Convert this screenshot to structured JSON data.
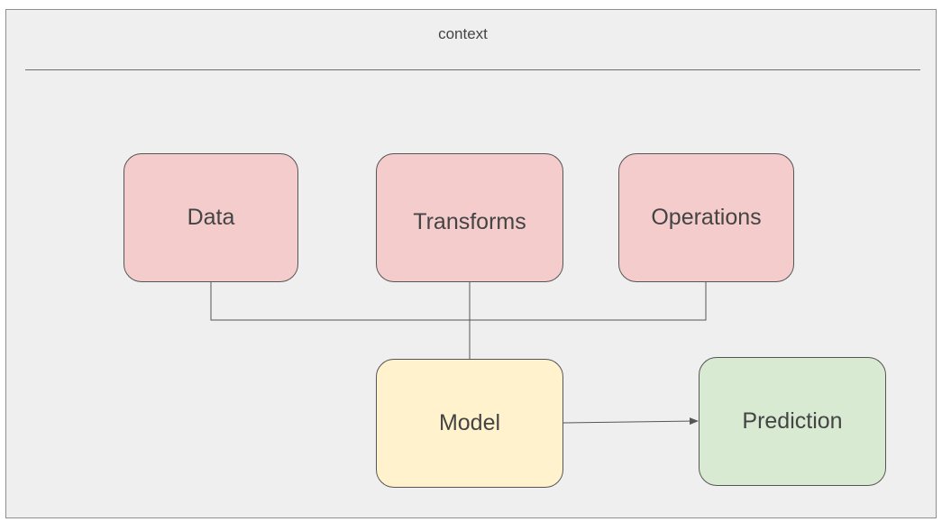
{
  "context": {
    "title": "context"
  },
  "nodes": {
    "data": {
      "label": "Data",
      "fill": "#f4cccc"
    },
    "transforms": {
      "label": "Transforms",
      "fill": "#f4cccc"
    },
    "operations": {
      "label": "Operations",
      "fill": "#f4cccc"
    },
    "model": {
      "label": "Model",
      "fill": "#fff2cc"
    },
    "prediction": {
      "label": "Prediction",
      "fill": "#d9ead3"
    }
  },
  "colors": {
    "border": "#555555",
    "line": "#555555",
    "background": "#efefef"
  },
  "edges": [
    {
      "from": "Data",
      "to": "Model"
    },
    {
      "from": "Transforms",
      "to": "Model"
    },
    {
      "from": "Operations",
      "to": "Model"
    },
    {
      "from": "Model",
      "to": "Prediction"
    }
  ]
}
